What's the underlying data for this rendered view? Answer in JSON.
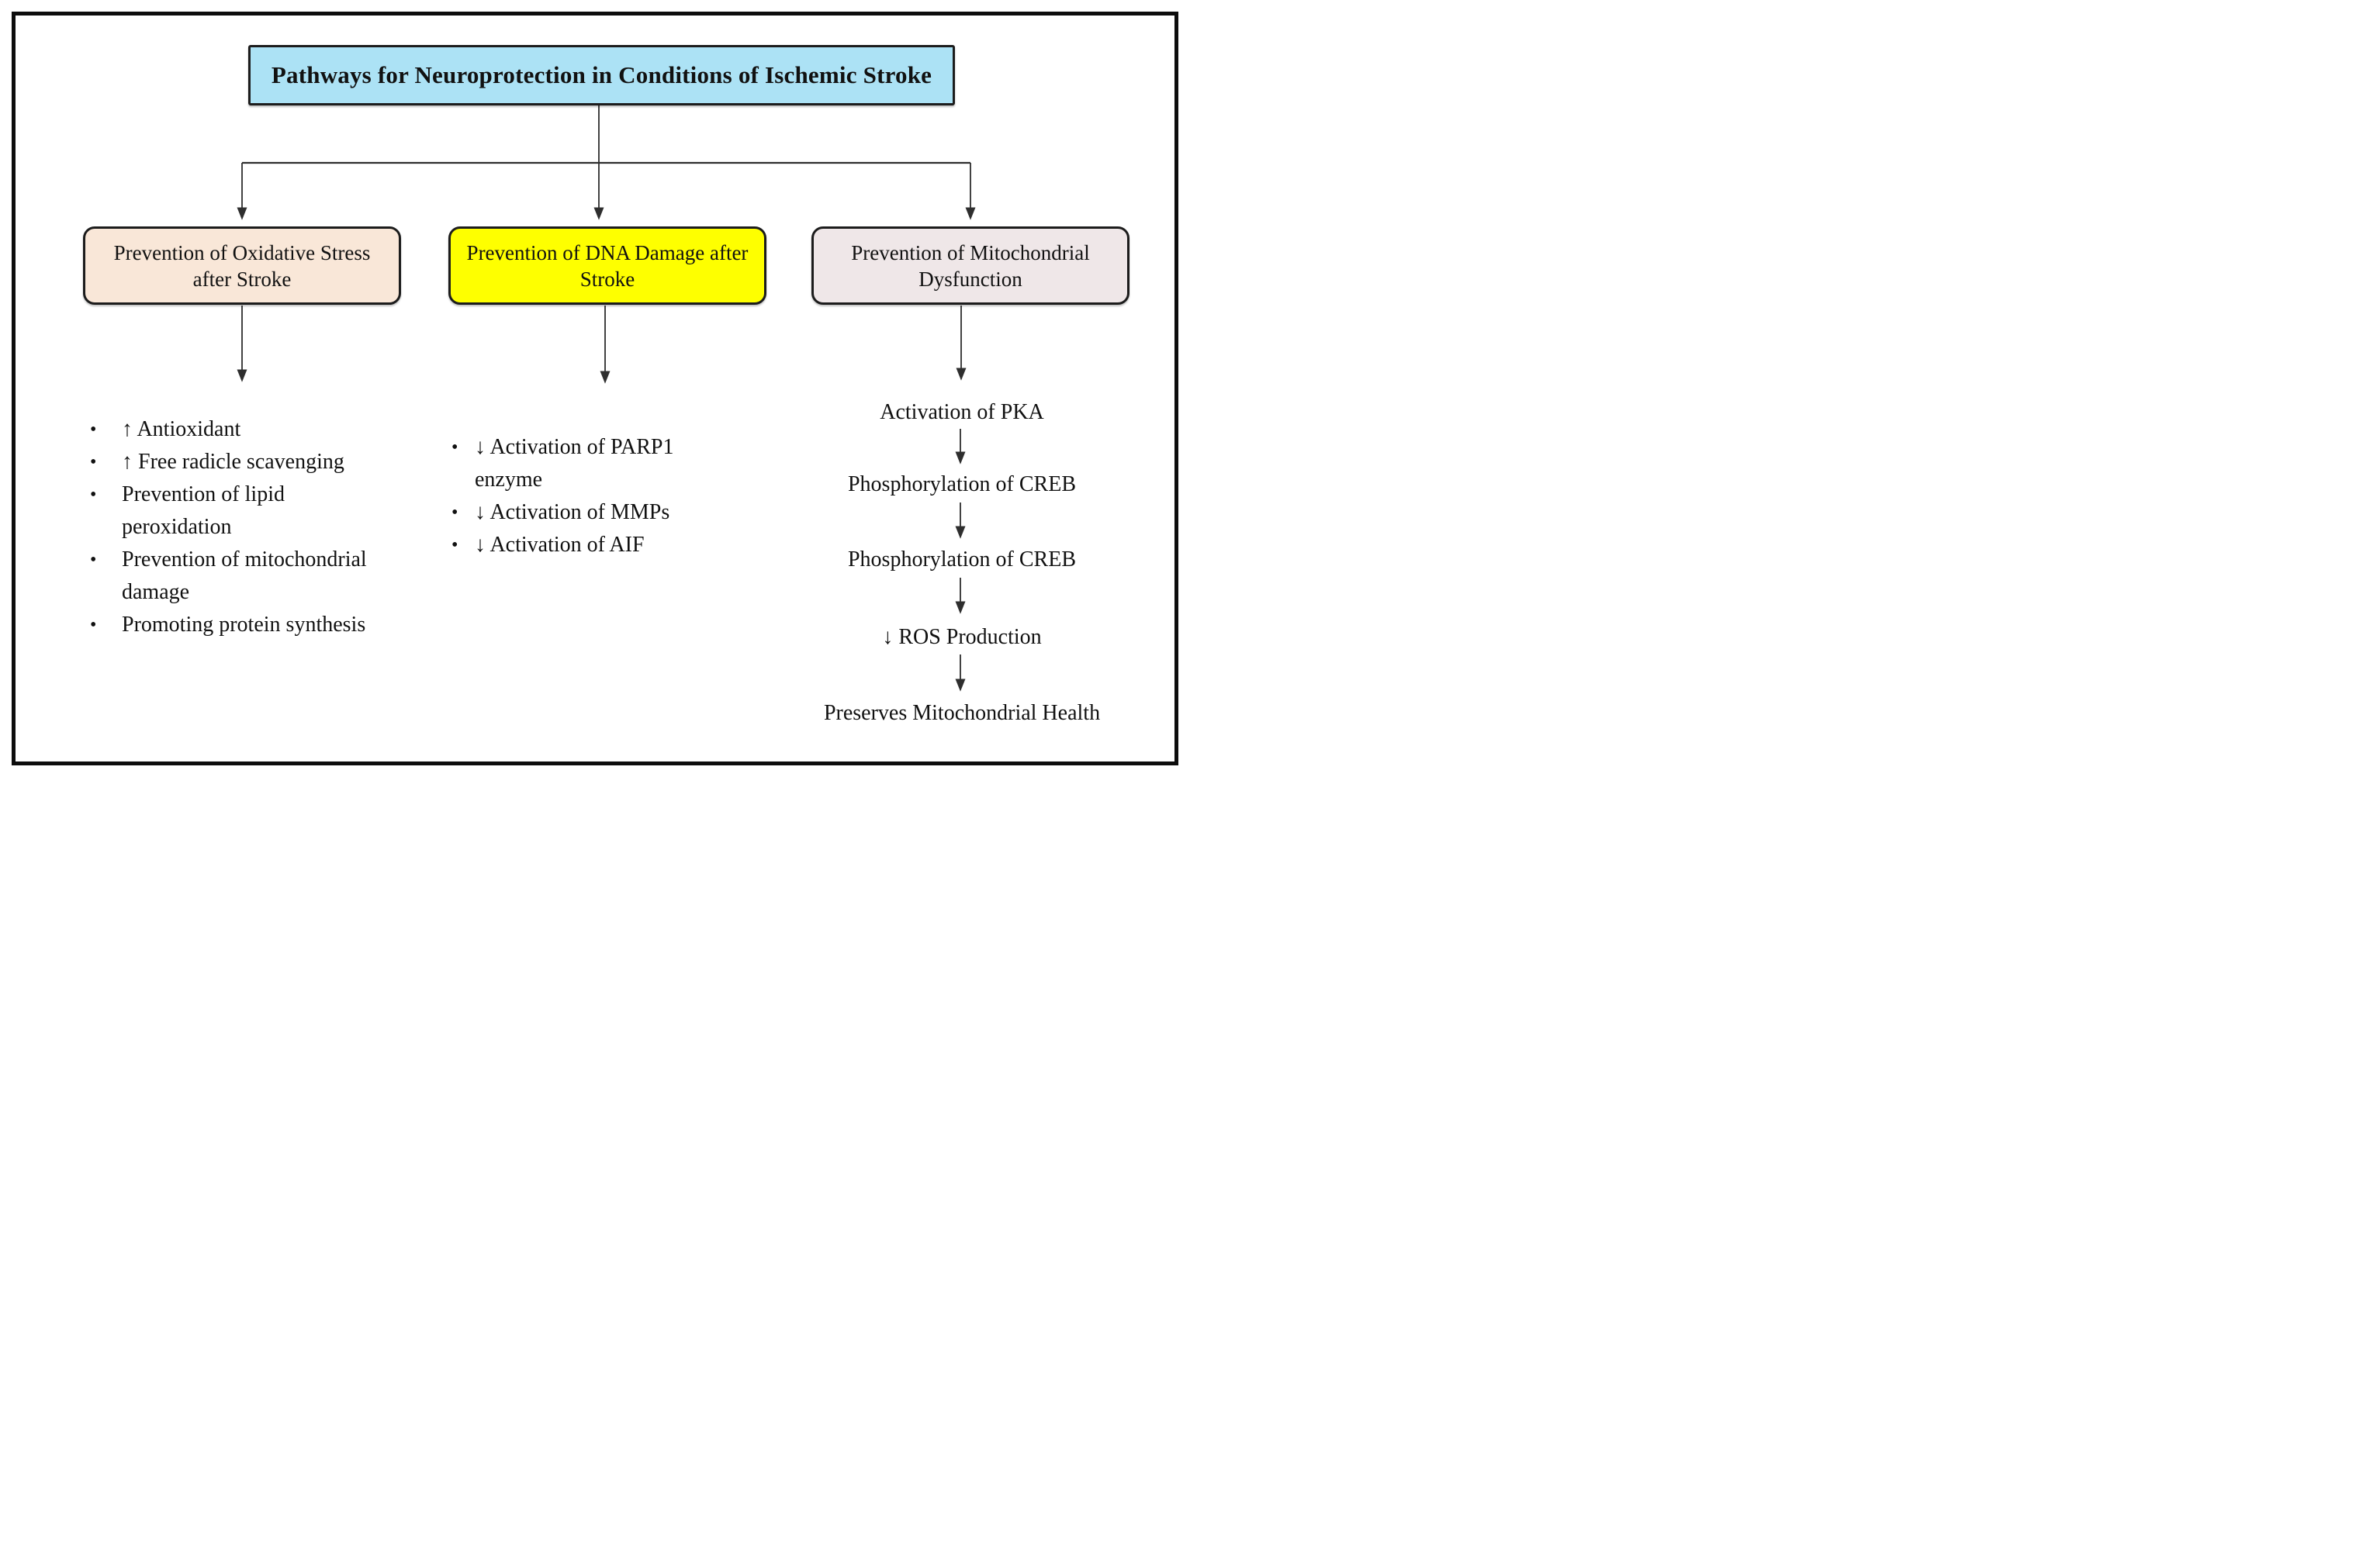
{
  "diagram": {
    "title": "Pathways for Neuroprotection in Conditions of Ischemic Stroke",
    "colors": {
      "title_bg": "#ace2f5",
      "oxidative_box_bg": "#f9e7d8",
      "dna_box_bg": "#feff00",
      "mitochondrial_box_bg": "#efe7e8",
      "frame_border": "#0d0d0d",
      "box_border": "#1c1c1c",
      "text": "#111111",
      "connector": "#2e2e2e"
    },
    "bullet_icon": "•",
    "branches": {
      "oxidative": {
        "label": "Prevention of Oxidative Stress after Stroke",
        "items": [
          "↑ Antioxidant",
          "↑ Free radicle scavenging",
          "Prevention of lipid peroxidation",
          "Prevention of mitochondrial damage",
          "Promoting protein synthesis"
        ]
      },
      "dna": {
        "label": "Prevention of DNA Damage after Stroke",
        "items": [
          "↓ Activation of PARP1 enzyme",
          "↓ Activation of MMPs",
          "↓ Activation of AIF"
        ]
      },
      "mitochondrial": {
        "label": "Prevention of Mitochondrial Dysfunction",
        "steps": [
          "Activation of PKA",
          "Phosphorylation of CREB",
          "Phosphorylation of CREB",
          "↓ ROS Production",
          "Preserves Mitochondrial Health"
        ]
      }
    }
  }
}
